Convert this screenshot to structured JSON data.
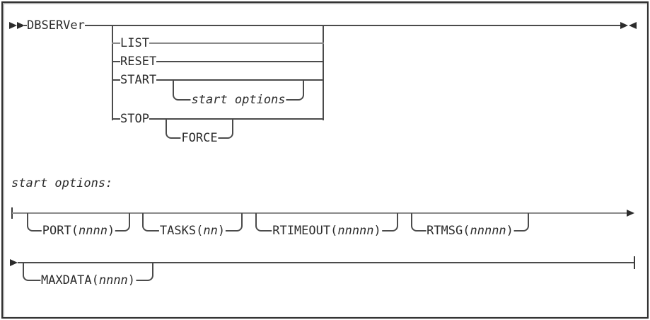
{
  "colors": {
    "line": "#4b4b4b",
    "line_gray": "#8a8a8a",
    "text": "#2c2c2c",
    "background": "#ffffff",
    "border": "#2f2f2f"
  },
  "diagram": {
    "type": "railroad-syntax",
    "command": "DBSERVer",
    "branches": [
      {
        "label": "LIST"
      },
      {
        "label": "RESET"
      },
      {
        "label": "START"
      },
      {
        "label": "STOP"
      }
    ],
    "start_options_ref": "start options",
    "force_label": "FORCE",
    "symbols": {
      "start": "►►",
      "end": "►◄",
      "row_continue": "►",
      "fragment_start": "├",
      "fragment_end": "┤"
    }
  },
  "fragment": {
    "heading": "start options:",
    "row1_options": [
      {
        "pre": "PORT(",
        "var": "nnnn",
        "post": ")"
      },
      {
        "pre": "TASKS(",
        "var": "nn",
        "post": ")"
      },
      {
        "pre": "RTIMEOUT(",
        "var": "nnnnn",
        "post": ")"
      },
      {
        "pre": "RTMSG(",
        "var": "nnnnn",
        "post": ")"
      }
    ],
    "row2_options": [
      {
        "pre": "MAXDATA(",
        "var": "nnnn",
        "post": ")"
      }
    ]
  }
}
